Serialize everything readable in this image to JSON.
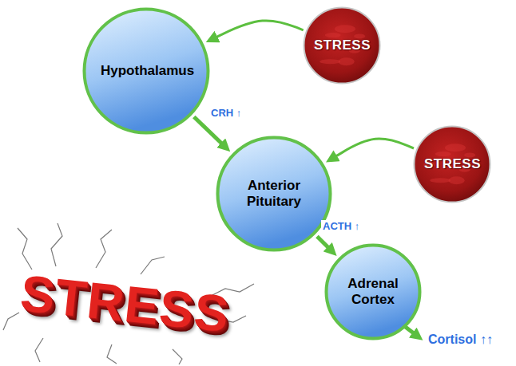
{
  "diagram": {
    "nodes": [
      {
        "text": [
          "Hypothalamus"
        ]
      },
      {
        "text": [
          "STRESS"
        ]
      },
      {
        "text": [
          "Anterior Pituitary"
        ]
      },
      {
        "text": [
          "STRESS"
        ]
      },
      {
        "text": [
          "Adrenal Cortex"
        ]
      }
    ],
    "edges": [
      {
        "from": 1,
        "to": 0,
        "arrow": "to"
      },
      {
        "from": 0,
        "to": 2,
        "label": "CRH ↑",
        "arrow": "to"
      },
      {
        "from": 3,
        "to": 2,
        "arrow": "to"
      },
      {
        "from": 2,
        "to": 4,
        "label": "ACTH ↑",
        "arrow": "to"
      }
    ],
    "labels": [
      "STRESS",
      "Cortisol ↑↑"
    ]
  }
}
